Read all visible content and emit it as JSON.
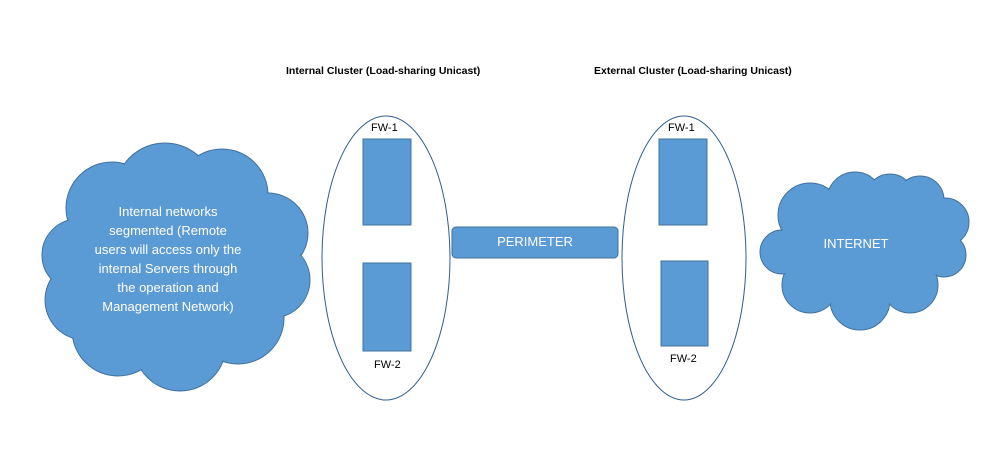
{
  "colors": {
    "shape_fill": "#5B9BD5",
    "shape_border": "#41719C",
    "ellipse_border": "#2E5E8E",
    "label_text": "#000000",
    "shape_text": "#FFFFFF"
  },
  "internal_cluster": {
    "title": "Internal Cluster (Load-sharing Unicast)",
    "fw1_label": "FW-1",
    "fw2_label": "FW-2"
  },
  "external_cluster": {
    "title": "External Cluster (Load-sharing Unicast)",
    "fw1_label": "FW-1",
    "fw2_label": "FW-2"
  },
  "perimeter": {
    "label": "PERIMETER"
  },
  "internal_cloud": {
    "lines": [
      "Internal networks",
      "segmented (Remote",
      "users will access only the",
      "internal Servers through",
      "the operation and",
      "Management Network)"
    ]
  },
  "internet_cloud": {
    "label": "INTERNET"
  }
}
